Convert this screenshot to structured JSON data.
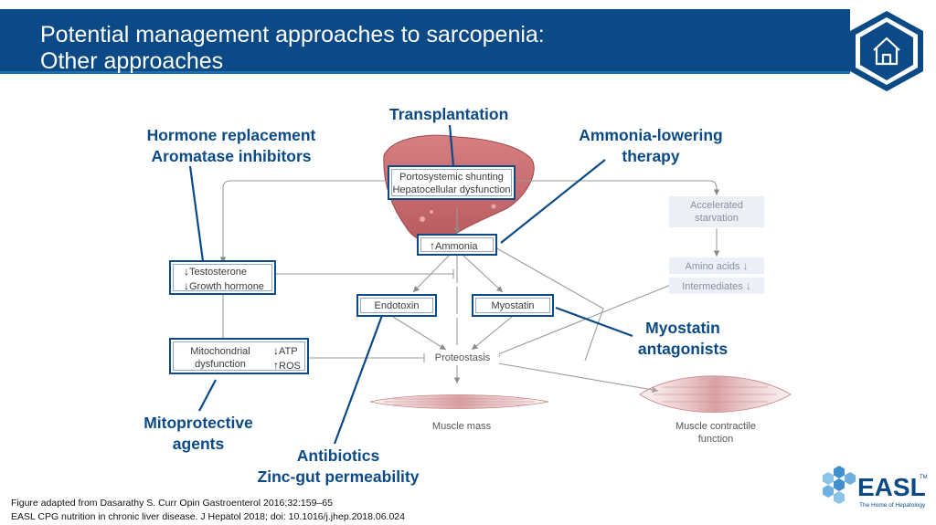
{
  "title": {
    "line1": "Potential management approaches to sarcopenia:",
    "line2": "Other approaches"
  },
  "labels": {
    "transplantation": "Transplantation",
    "hormone_line1": "Hormone replacement",
    "hormone_line2": "Aromatase inhibitors",
    "ammonia_line1": "Ammonia-lowering",
    "ammonia_line2": "therapy",
    "myostatin_line1": "Myostatin",
    "myostatin_line2": "antagonists",
    "mito_line1": "Mitoprotective",
    "mito_line2": "agents",
    "antibiotics_line1": "Antibiotics",
    "antibiotics_line2": "Zinc-gut permeability"
  },
  "boxes": {
    "liver_line1": "Portosystemic shunting",
    "liver_line2": "Hepatocellular dysfunction",
    "ammonia": "Ammonia",
    "testosterone": "Testosterone",
    "growth_hormone": "Growth hormone",
    "endotoxin": "Endotoxin",
    "myostatin": "Myostatin",
    "mito_line1": "Mitochondrial",
    "mito_line2": "dysfunction",
    "atp": "ATP",
    "ros": "ROS",
    "starvation_line1": "Accelerated",
    "starvation_line2": "starvation",
    "amino_acids": "Amino acids",
    "intermediates": "Intermediates",
    "proteostasis": "Proteostasis",
    "muscle_mass": "Muscle mass",
    "contractile_line1": "Muscle contractile",
    "contractile_line2": "function"
  },
  "arrows": {
    "up": "↑",
    "down": "↓"
  },
  "references": {
    "line1": "Figure adapted from Dasarathy S. Curr Opin Gastroenterol 2016;32:159–65",
    "line2": "EASL CPG nutrition in chronic liver disease. J Hepatol 2018; doi: 10.1016/j.jhep.2018.06.024"
  },
  "logo": {
    "text": "EASL",
    "tagline": "The Home of Hepatology",
    "tm": "TM"
  },
  "colors": {
    "primary": "#0b4a86",
    "accent": "#1b6fb3",
    "liver": "#c96b6e",
    "muscle": "#dba5a7"
  },
  "icons": {
    "home": "home-icon"
  }
}
